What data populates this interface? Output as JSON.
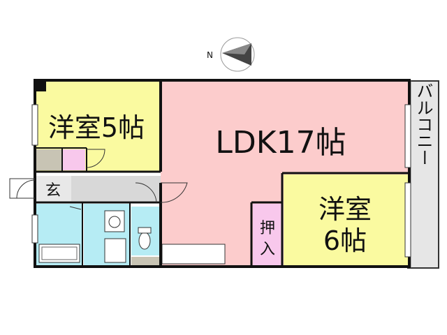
{
  "compass": {
    "north_label": "N"
  },
  "rooms": {
    "western_room_1": {
      "label": "洋室5帖",
      "color": "#fafaa0"
    },
    "ldk": {
      "label": "LDK17帖",
      "color": "#fccccc"
    },
    "western_room_2": {
      "label_line1": "洋室",
      "label_line2": "6帖",
      "color": "#fafaa0"
    },
    "closet": {
      "label_line1": "押",
      "label_line2": "入",
      "color": "#f8c8ec"
    },
    "entrance": {
      "label": "玄"
    },
    "balcony": {
      "label": "バルコニー",
      "color": "#e6e6e6"
    }
  },
  "colors": {
    "wall": "#111111",
    "wet_area": "#b6ecf4",
    "storage_pink": "#f8c8ec",
    "gray_area": "#d8d8d8",
    "tan_area": "#c8c4b4"
  }
}
